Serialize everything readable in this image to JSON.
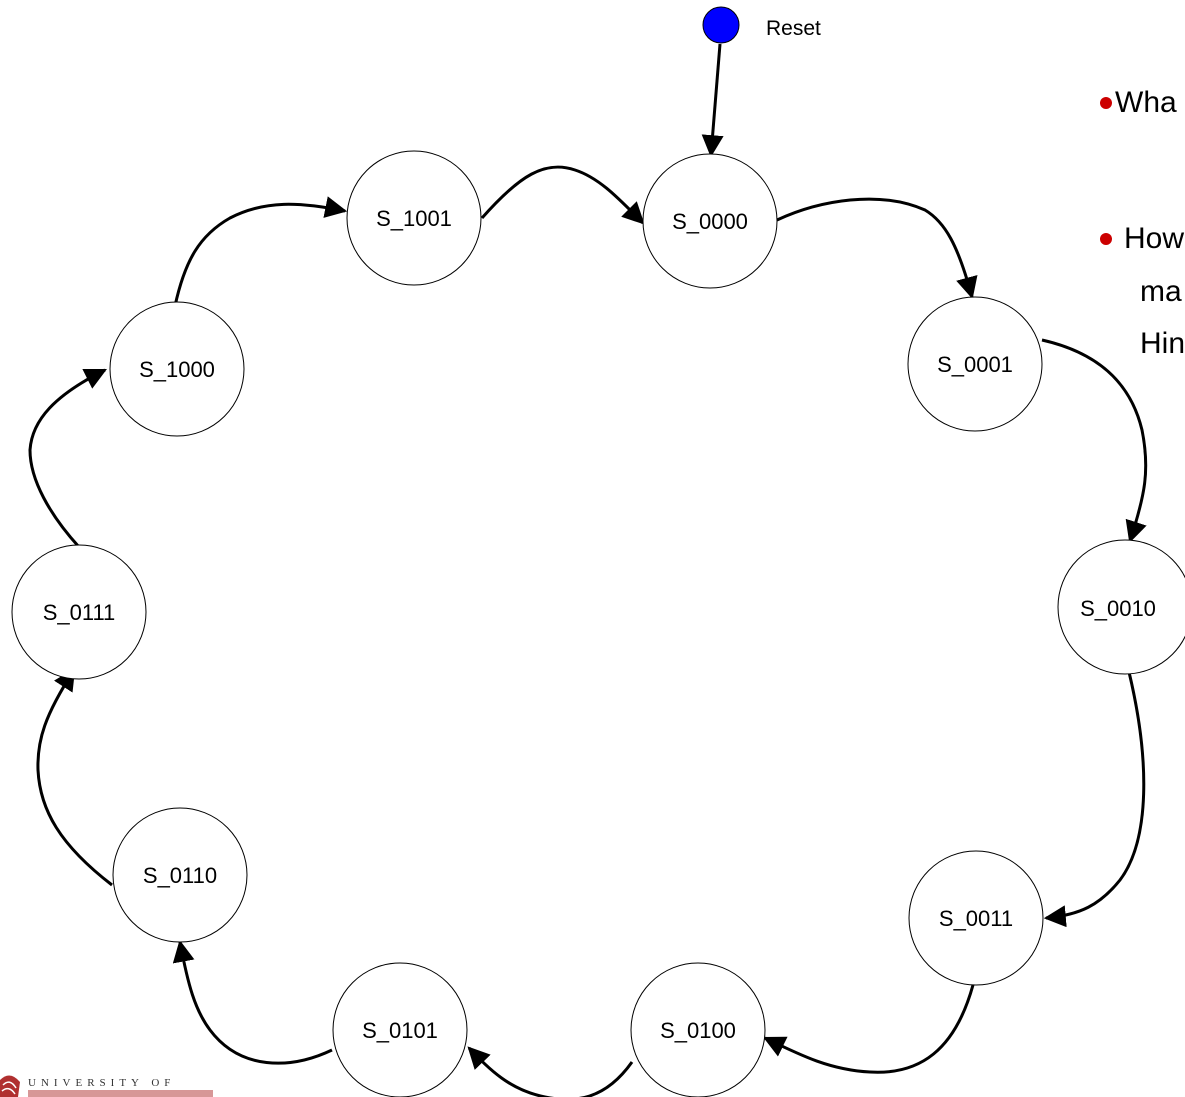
{
  "diagram": {
    "reset_label": "Reset",
    "states": [
      {
        "id": "s0000",
        "label": "S_0000"
      },
      {
        "id": "s0001",
        "label": "S_0001"
      },
      {
        "id": "s0010",
        "label": "S_0010"
      },
      {
        "id": "s0011",
        "label": "S_0011"
      },
      {
        "id": "s0100",
        "label": "S_0100"
      },
      {
        "id": "s0101",
        "label": "S_0101"
      },
      {
        "id": "s0110",
        "label": "S_0110"
      },
      {
        "id": "s0111",
        "label": "S_0111"
      },
      {
        "id": "s1000",
        "label": "S_1000"
      },
      {
        "id": "s1001",
        "label": "S_1001"
      }
    ]
  },
  "side_text": {
    "line1": "Wha",
    "line2": "How",
    "line3": "ma",
    "line4": "Hin"
  },
  "logo": {
    "text": "UNIVERSITY OF"
  },
  "colors": {
    "reset_node": "#0000ff",
    "bullet": "#cc0000"
  }
}
